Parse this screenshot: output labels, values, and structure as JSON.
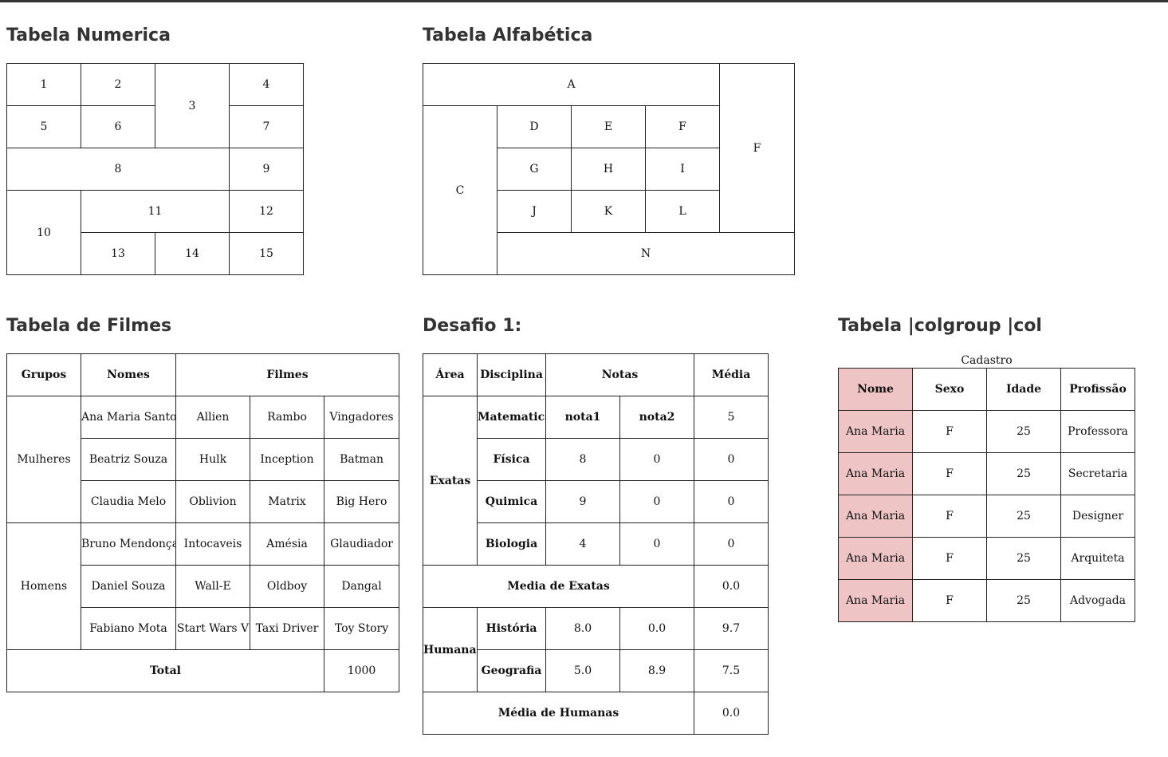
{
  "headings": {
    "numerica": "Tabela Numerica",
    "alfabetica": "Tabela Alfabética",
    "filmes": "Tabela de Filmes",
    "desafio": "Desafio 1:",
    "colgroup": "Tabela |colgroup |col"
  },
  "numerica": [
    "1",
    "2",
    "3",
    "4",
    "5",
    "6",
    "7",
    "8",
    "9",
    "10",
    "11",
    "12",
    "13",
    "14",
    "15"
  ],
  "alfabetica": {
    "A": "A",
    "C": "C",
    "D": "D",
    "E": "E",
    "F1": "F",
    "F2": "F",
    "G": "G",
    "H": "H",
    "I": "I",
    "J": "J",
    "K": "K",
    "L": "L",
    "N": "N"
  },
  "filmes": {
    "headers": [
      "Grupos",
      "Nomes",
      "Filmes"
    ],
    "groups": [
      "Mulheres",
      "Homens"
    ],
    "rows": [
      {
        "nome": "Ana Maria Santos",
        "f1": "Allien",
        "f2": "Rambo",
        "f3": "Vingadores"
      },
      {
        "nome": "Beatriz Souza",
        "f1": "Hulk",
        "f2": "Inception",
        "f3": "Batman"
      },
      {
        "nome": "Claudia Melo",
        "f1": "Oblivion",
        "f2": "Matrix",
        "f3": "Big Hero"
      },
      {
        "nome": "Bruno Mendonça",
        "f1": "Intocaveis",
        "f2": "Amésia",
        "f3": "Glaudiador"
      },
      {
        "nome": "Daniel Souza",
        "f1": "Wall-E",
        "f2": "Oldboy",
        "f3": "Dangal"
      },
      {
        "nome": "Fabiano Mota",
        "f1": "Start Wars V",
        "f2": "Taxi Driver",
        "f3": "Toy Story"
      }
    ],
    "total_label": "Total",
    "total_value": "1000"
  },
  "desafio": {
    "headers": [
      "Área",
      "Disciplina",
      "Notas",
      "Média"
    ],
    "exatas": "Exatas",
    "humanas": "Humanas",
    "rows": [
      {
        "disc": "Matematica",
        "n1": "nota1",
        "n2": "nota2",
        "media": "5"
      },
      {
        "disc": "Física",
        "n1": "8",
        "n2": "0",
        "media": "0"
      },
      {
        "disc": "Quimica",
        "n1": "9",
        "n2": "0",
        "media": "0"
      },
      {
        "disc": "Biologia",
        "n1": "4",
        "n2": "0",
        "media": "0"
      },
      {
        "disc": "História",
        "n1": "8.0",
        "n2": "0.0",
        "media": "9.7"
      },
      {
        "disc": "Geografia",
        "n1": "5.0",
        "n2": "8.9",
        "media": "7.5"
      }
    ],
    "media_exatas_label": "Media de Exatas",
    "media_exatas_value": "0.0",
    "media_humanas_label": "Média de Humanas",
    "media_humanas_value": "0.0"
  },
  "cadastro": {
    "caption": "Cadastro",
    "headers": [
      "Nome",
      "Sexo",
      "Idade",
      "Profissão"
    ],
    "rows": [
      {
        "nome": "Ana Maria",
        "sexo": "F",
        "idade": "25",
        "prof": "Professora"
      },
      {
        "nome": "Ana Maria",
        "sexo": "F",
        "idade": "25",
        "prof": "Secretaria"
      },
      {
        "nome": "Ana Maria",
        "sexo": "F",
        "idade": "25",
        "prof": "Designer"
      },
      {
        "nome": "Ana Maria",
        "sexo": "F",
        "idade": "25",
        "prof": "Arquiteta"
      },
      {
        "nome": "Ana Maria",
        "sexo": "F",
        "idade": "25",
        "prof": "Advogada"
      }
    ],
    "highlight_color": "#efc4c4"
  }
}
